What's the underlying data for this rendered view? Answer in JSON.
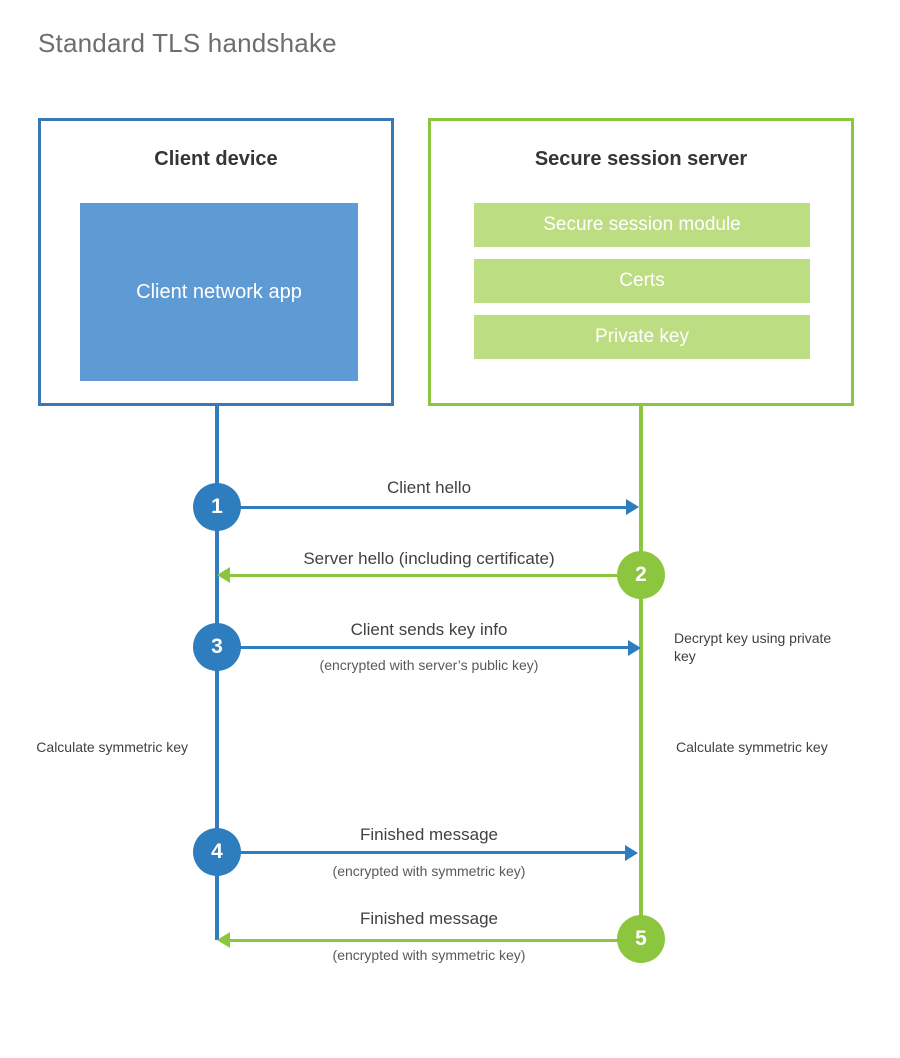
{
  "title": "Standard TLS handshake",
  "colors": {
    "client_border": "#3a78b5",
    "client_accent": "#2e7dbe",
    "client_fill": "#5e9bd5",
    "server_border": "#8cc63f",
    "server_accent": "#8cc63f",
    "server_fill": "#bddd82",
    "title_text": "#6d6e71",
    "body_text": "#414042",
    "background": "#ffffff"
  },
  "client": {
    "title": "Client device",
    "app_label": "Client network app"
  },
  "server": {
    "title": "Secure session server",
    "items": [
      {
        "label": "Secure session module"
      },
      {
        "label": "Certs"
      },
      {
        "label": "Private key"
      }
    ]
  },
  "steps": [
    {
      "number": "1",
      "label": "Client hello",
      "sublabel": "",
      "direction": "client-to-server",
      "color": "#2e7dbe"
    },
    {
      "number": "2",
      "label": "Server hello (including certificate)",
      "sublabel": "",
      "direction": "server-to-client",
      "color": "#8cc63f"
    },
    {
      "number": "3",
      "label": "Client sends key info",
      "sublabel": "(encrypted with server’s public key)",
      "direction": "client-to-server",
      "color": "#2e7dbe"
    },
    {
      "number": "4",
      "label": "Finished message",
      "sublabel": "(encrypted with symmetric key)",
      "direction": "client-to-server",
      "color": "#2e7dbe"
    },
    {
      "number": "5",
      "label": "Finished message",
      "sublabel": "(encrypted with symmetric key)",
      "direction": "server-to-client",
      "color": "#8cc63f"
    }
  ],
  "notes": {
    "server_decrypt": "Decrypt key using private key",
    "client_calculate": "Calculate symmetric key",
    "server_calculate": "Calculate symmetric key"
  }
}
